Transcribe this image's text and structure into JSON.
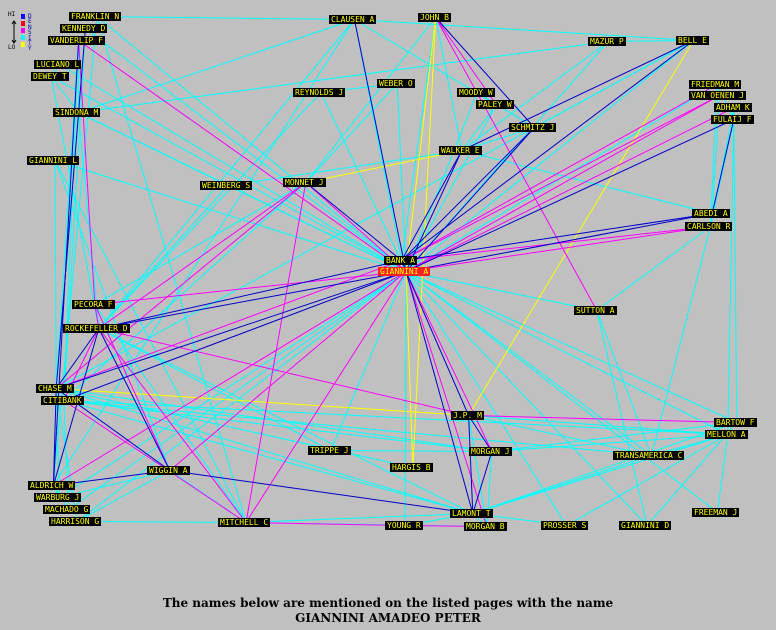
{
  "legend": {
    "hi": "HI",
    "lo": "LO",
    "word": "DENSITY",
    "colors": [
      "#0000ff",
      "#ff0000",
      "#ff00ff",
      "#00ffff",
      "#ffff00"
    ]
  },
  "colors": {
    "low": "#00ffff",
    "mid": "#ff00ff",
    "high": "#0000cc",
    "yellow": "#ffff00",
    "node_bg": "#000000",
    "node_text": "#ffff00",
    "highlight_bg": "#ff2020"
  },
  "center_node": "GIANNINI A",
  "nodes": [
    {
      "id": "FRANKLIN N",
      "label": "FRANKLIN N"
    },
    {
      "id": "KENNEDY D",
      "label": "KENNEDY D"
    },
    {
      "id": "VANDERLIP F",
      "label": "VANDERLIP F"
    },
    {
      "id": "LUCIANO L",
      "label": "LUCIANO L"
    },
    {
      "id": "DEWEY T",
      "label": "DEWEY T"
    },
    {
      "id": "SINDONA M",
      "label": "SINDONA M"
    },
    {
      "id": "GIANNINI L",
      "label": "GIANNINI L"
    },
    {
      "id": "CLAUSEN A",
      "label": "CLAUSEN A"
    },
    {
      "id": "JOHN B",
      "label": "JOHN B"
    },
    {
      "id": "MAZUR P",
      "label": "MAZUR P"
    },
    {
      "id": "BELL E",
      "label": "BELL E"
    },
    {
      "id": "FRIEDMAN M",
      "label": "FRIEDMAN M"
    },
    {
      "id": "VAN OENEN J",
      "label": "VAN OENEN J"
    },
    {
      "id": "ADHAM K",
      "label": "ADHAM K"
    },
    {
      "id": "FULAIJ F",
      "label": "FULAIJ F"
    },
    {
      "id": "WEBER O",
      "label": "WEBER O"
    },
    {
      "id": "REYNOLDS J",
      "label": "REYNOLDS J"
    },
    {
      "id": "MOODY W",
      "label": "MOODY W"
    },
    {
      "id": "PALEY W",
      "label": "PALEY W"
    },
    {
      "id": "SCHMITZ J",
      "label": "SCHMITZ J"
    },
    {
      "id": "WALKER E",
      "label": "WALKER E"
    },
    {
      "id": "WEINBERG S",
      "label": "WEINBERG S"
    },
    {
      "id": "MONNET J",
      "label": "MONNET J"
    },
    {
      "id": "ABEDI A",
      "label": "ABEDI A"
    },
    {
      "id": "CARLSON R",
      "label": "CARLSON R"
    },
    {
      "id": "BANK A",
      "label": "BANK A"
    },
    {
      "id": "GIANNINI A",
      "label": "GIANNINI A"
    },
    {
      "id": "PECORA F",
      "label": "PECORA F"
    },
    {
      "id": "ROCKEFELLER D",
      "label": "ROCKEFELLER D"
    },
    {
      "id": "SUTTON A",
      "label": "SUTTON A"
    },
    {
      "id": "CHASE M",
      "label": "CHASE M"
    },
    {
      "id": "CITIBANK",
      "label": "CITIBANK"
    },
    {
      "id": "J.P. M",
      "label": "J.P. M"
    },
    {
      "id": "BARTOW F",
      "label": "BARTOW F"
    },
    {
      "id": "MELLON A",
      "label": "MELLON A"
    },
    {
      "id": "TRIPPE J",
      "label": "TRIPPE J"
    },
    {
      "id": "HARGIS B",
      "label": "HARGIS B"
    },
    {
      "id": "MORGAN J",
      "label": "MORGAN J"
    },
    {
      "id": "TRANSAMERICA C",
      "label": "TRANSAMERICA C"
    },
    {
      "id": "ALDRICH W",
      "label": "ALDRICH W"
    },
    {
      "id": "WIGGIN A",
      "label": "WIGGIN A"
    },
    {
      "id": "WARBURG J",
      "label": "WARBURG J"
    },
    {
      "id": "MACHADO G",
      "label": "MACHADO G"
    },
    {
      "id": "HARRISON G",
      "label": "HARRISON G"
    },
    {
      "id": "MITCHELL C",
      "label": "MITCHELL C"
    },
    {
      "id": "LAMONT T",
      "label": "LAMONT T"
    },
    {
      "id": "YOUNG R",
      "label": "YOUNG R"
    },
    {
      "id": "MORGAN B",
      "label": "MORGAN B"
    },
    {
      "id": "PROSSER S",
      "label": "PROSSER S"
    },
    {
      "id": "GIANNINI D",
      "label": "GIANNINI D"
    },
    {
      "id": "FREEMAN J",
      "label": "FREEMAN J"
    }
  ],
  "edges": [
    [
      "GIANNINI A",
      "FRANKLIN N",
      "low"
    ],
    [
      "GIANNINI A",
      "KENNEDY D",
      "low"
    ],
    [
      "GIANNINI A",
      "VANDERLIP F",
      "mid"
    ],
    [
      "GIANNINI A",
      "LUCIANO L",
      "low"
    ],
    [
      "GIANNINI A",
      "DEWEY T",
      "low"
    ],
    [
      "GIANNINI A",
      "SINDONA M",
      "low"
    ],
    [
      "GIANNINI A",
      "GIANNINI L",
      "low"
    ],
    [
      "GIANNINI A",
      "CLAUSEN A",
      "high"
    ],
    [
      "GIANNINI A",
      "JOHN B",
      "yellow"
    ],
    [
      "GIANNINI A",
      "MAZUR P",
      "low"
    ],
    [
      "GIANNINI A",
      "BELL E",
      "low"
    ],
    [
      "GIANNINI A",
      "FRIEDMAN M",
      "low"
    ],
    [
      "GIANNINI A",
      "VAN OENEN J",
      "mid"
    ],
    [
      "GIANNINI A",
      "ADHAM K",
      "mid"
    ],
    [
      "GIANNINI A",
      "FULAIJ F",
      "high"
    ],
    [
      "GIANNINI A",
      "WEBER O",
      "low"
    ],
    [
      "GIANNINI A",
      "REYNOLDS J",
      "low"
    ],
    [
      "GIANNINI A",
      "MOODY W",
      "low"
    ],
    [
      "GIANNINI A",
      "PALEY W",
      "low"
    ],
    [
      "GIANNINI A",
      "SCHMITZ J",
      "high"
    ],
    [
      "GIANNINI A",
      "WALKER E",
      "high"
    ],
    [
      "GIANNINI A",
      "WEINBERG S",
      "low"
    ],
    [
      "GIANNINI A",
      "MONNET J",
      "mid"
    ],
    [
      "GIANNINI A",
      "ABEDI A",
      "high"
    ],
    [
      "GIANNINI A",
      "CARLSON R",
      "mid"
    ],
    [
      "GIANNINI A",
      "BANK A",
      "high"
    ],
    [
      "GIANNINI A",
      "PECORA F",
      "mid"
    ],
    [
      "GIANNINI A",
      "ROCKEFELLER D",
      "high"
    ],
    [
      "GIANNINI A",
      "SUTTON A",
      "low"
    ],
    [
      "GIANNINI A",
      "CHASE M",
      "high"
    ],
    [
      "GIANNINI A",
      "CITIBANK",
      "high"
    ],
    [
      "GIANNINI A",
      "J.P. M",
      "high"
    ],
    [
      "GIANNINI A",
      "BARTOW F",
      "low"
    ],
    [
      "GIANNINI A",
      "MELLON A",
      "low"
    ],
    [
      "GIANNINI A",
      "TRIPPE J",
      "low"
    ],
    [
      "GIANNINI A",
      "HARGIS B",
      "yellow"
    ],
    [
      "GIANNINI A",
      "MORGAN J",
      "mid"
    ],
    [
      "GIANNINI A",
      "TRANSAMERICA C",
      "low"
    ],
    [
      "GIANNINI A",
      "ALDRICH W",
      "mid"
    ],
    [
      "GIANNINI A",
      "WIGGIN A",
      "mid"
    ],
    [
      "GIANNINI A",
      "WARBURG J",
      "low"
    ],
    [
      "GIANNINI A",
      "MACHADO G",
      "low"
    ],
    [
      "GIANNINI A",
      "HARRISON G",
      "low"
    ],
    [
      "GIANNINI A",
      "MITCHELL C",
      "mid"
    ],
    [
      "GIANNINI A",
      "LAMONT T",
      "high"
    ],
    [
      "GIANNINI A",
      "YOUNG R",
      "low"
    ],
    [
      "GIANNINI A",
      "MORGAN B",
      "mid"
    ],
    [
      "GIANNINI A",
      "PROSSER S",
      "low"
    ],
    [
      "GIANNINI A",
      "GIANNINI D",
      "low"
    ],
    [
      "GIANNINI A",
      "FREEMAN J",
      "low"
    ],
    [
      "BANK A",
      "WALKER E",
      "high"
    ],
    [
      "BANK A",
      "SCHMITZ J",
      "high"
    ],
    [
      "BANK A",
      "FRIEDMAN M",
      "mid"
    ],
    [
      "BANK A",
      "VAN OENEN J",
      "mid"
    ],
    [
      "BANK A",
      "BELL E",
      "high"
    ],
    [
      "BANK A",
      "ABEDI A",
      "high"
    ],
    [
      "BANK A",
      "CARLSON R",
      "mid"
    ],
    [
      "BANK A",
      "MONNET J",
      "high"
    ],
    [
      "BANK A",
      "ROCKEFELLER D",
      "high"
    ],
    [
      "BANK A",
      "CHASE M",
      "mid"
    ],
    [
      "BANK A",
      "JOHN B",
      "low"
    ],
    [
      "BANK A",
      "CLAUSEN A",
      "low"
    ],
    [
      "CLAUSEN A",
      "ALDRICH W",
      "low"
    ],
    [
      "CLAUSEN A",
      "ROCKEFELLER D",
      "low"
    ],
    [
      "CLAUSEN A",
      "SINDONA M",
      "low"
    ],
    [
      "CLAUSEN A",
      "FRANKLIN N",
      "low"
    ],
    [
      "CLAUSEN A",
      "BELL E",
      "low"
    ],
    [
      "CLAUSEN A",
      "SCHMITZ J",
      "low"
    ],
    [
      "JOHN B",
      "SCHMITZ J",
      "high"
    ],
    [
      "JOHN B",
      "PALEY W",
      "mid"
    ],
    [
      "JOHN B",
      "HARGIS B",
      "yellow"
    ],
    [
      "JOHN B",
      "SUTTON A",
      "mid"
    ],
    [
      "JOHN B",
      "WALKER E",
      "low"
    ],
    [
      "JOHN B",
      "MONNET J",
      "low"
    ],
    [
      "BELL E",
      "J.P. M",
      "yellow"
    ],
    [
      "BELL E",
      "WALKER E",
      "high"
    ],
    [
      "BELL E",
      "MAZUR P",
      "low"
    ],
    [
      "BELL E",
      "CHASE M",
      "low"
    ],
    [
      "BELL E",
      "SCHMITZ J",
      "low"
    ],
    [
      "FULAIJ F",
      "ADHAM K",
      "low"
    ],
    [
      "FULAIJ F",
      "ABEDI A",
      "high"
    ],
    [
      "FULAIJ F",
      "CARLSON R",
      "low"
    ],
    [
      "FULAIJ F",
      "FRIEDMAN M",
      "low"
    ],
    [
      "FULAIJ F",
      "MELLON A",
      "low"
    ],
    [
      "FULAIJ F",
      "BARTOW F",
      "low"
    ],
    [
      "MONNET J",
      "WALKER E",
      "yellow"
    ],
    [
      "MONNET J",
      "ROCKEFELLER D",
      "mid"
    ],
    [
      "MONNET J",
      "CHASE M",
      "mid"
    ],
    [
      "MONNET J",
      "PECORA F",
      "low"
    ],
    [
      "MONNET J",
      "CITIBANK",
      "low"
    ],
    [
      "MONNET J",
      "MITCHELL C",
      "mid"
    ],
    [
      "VANDERLIP F",
      "SINDONA M",
      "low"
    ],
    [
      "VANDERLIP F",
      "PECORA F",
      "mid"
    ],
    [
      "VANDERLIP F",
      "CITIBANK",
      "low"
    ],
    [
      "VANDERLIP F",
      "ALDRICH W",
      "high"
    ],
    [
      "VANDERLIP F",
      "CHASE M",
      "low"
    ],
    [
      "KENNEDY D",
      "CHASE M",
      "high"
    ],
    [
      "KENNEDY D",
      "CITIBANK",
      "low"
    ],
    [
      "FRANKLIN N",
      "MITCHELL C",
      "low"
    ],
    [
      "FRANKLIN N",
      "ALDRICH W",
      "low"
    ],
    [
      "LUCIANO L",
      "DEWEY T",
      "low"
    ],
    [
      "DEWEY T",
      "SINDONA M",
      "low"
    ],
    [
      "DEWEY T",
      "ROCKEFELLER D",
      "low"
    ],
    [
      "SINDONA M",
      "ROCKEFELLER D",
      "low"
    ],
    [
      "SINDONA M",
      "CHASE M",
      "low"
    ],
    [
      "GIANNINI L",
      "CHASE M",
      "low"
    ],
    [
      "GIANNINI L",
      "WIGGIN A",
      "low"
    ],
    [
      "GIANNINI L",
      "MITCHELL C",
      "low"
    ],
    [
      "PECORA F",
      "ROCKEFELLER D",
      "mid"
    ],
    [
      "PECORA F",
      "WIGGIN A",
      "mid"
    ],
    [
      "PECORA F",
      "MITCHELL C",
      "low"
    ],
    [
      "ROCKEFELLER D",
      "CHASE M",
      "high"
    ],
    [
      "ROCKEFELLER D",
      "CITIBANK",
      "mid"
    ],
    [
      "ROCKEFELLER D",
      "WIGGIN A",
      "high"
    ],
    [
      "ROCKEFELLER D",
      "ALDRICH W",
      "high"
    ],
    [
      "ROCKEFELLER D",
      "J.P. M",
      "mid"
    ],
    [
      "ROCKEFELLER D",
      "LAMONT T",
      "low"
    ],
    [
      "ROCKEFELLER D",
      "MITCHELL C",
      "mid"
    ],
    [
      "CHASE M",
      "J.P. M",
      "yellow"
    ],
    [
      "CHASE M",
      "WIGGIN A",
      "high"
    ],
    [
      "CHASE M",
      "ALDRICH W",
      "high"
    ],
    [
      "CHASE M",
      "LAMONT T",
      "low"
    ],
    [
      "CHASE M",
      "MORGAN J",
      "low"
    ],
    [
      "CITIBANK",
      "MITCHELL C",
      "mid"
    ],
    [
      "CITIBANK",
      "MORGAN J",
      "low"
    ],
    [
      "CITIBANK",
      "LAMONT T",
      "low"
    ],
    [
      "CITIBANK",
      "TRANSAMERICA C",
      "low"
    ],
    [
      "CITIBANK",
      "MELLON A",
      "low"
    ],
    [
      "J.P. M",
      "MORGAN J",
      "high"
    ],
    [
      "J.P. M",
      "LAMONT T",
      "high"
    ],
    [
      "J.P. M",
      "BARTOW F",
      "mid"
    ],
    [
      "J.P. M",
      "MORGAN B",
      "low"
    ],
    [
      "J.P. M",
      "MELLON A",
      "low"
    ],
    [
      "J.P. M",
      "TRANSAMERICA C",
      "low"
    ],
    [
      "MORGAN J",
      "LAMONT T",
      "high"
    ],
    [
      "MORGAN J",
      "MORGAN B",
      "low"
    ],
    [
      "MORGAN J",
      "BARTOW F",
      "low"
    ],
    [
      "MORGAN J",
      "MELLON A",
      "low"
    ],
    [
      "LAMONT T",
      "MORGAN B",
      "low"
    ],
    [
      "LAMONT T",
      "MELLON A",
      "low"
    ],
    [
      "LAMONT T",
      "BARTOW F",
      "low"
    ],
    [
      "LAMONT T",
      "TRANSAMERICA C",
      "low"
    ],
    [
      "LAMONT T",
      "MITCHELL C",
      "low"
    ],
    [
      "WIGGIN A",
      "ALDRICH W",
      "high"
    ],
    [
      "WIGGIN A",
      "MITCHELL C",
      "low"
    ],
    [
      "WIGGIN A",
      "LAMONT T",
      "high"
    ],
    [
      "WIGGIN A",
      "WARBURG J",
      "low"
    ],
    [
      "WIGGIN A",
      "HARRISON G",
      "low"
    ],
    [
      "MITCHELL C",
      "YOUNG R",
      "mid"
    ],
    [
      "MITCHELL C",
      "MORGAN B",
      "low"
    ],
    [
      "MITCHELL C",
      "HARRISON G",
      "low"
    ],
    [
      "YOUNG R",
      "MORGAN B",
      "mid"
    ],
    [
      "ALDRICH W",
      "WARBURG J",
      "low"
    ],
    [
      "ALDRICH W",
      "MACHADO G",
      "low"
    ],
    [
      "SUTTON A",
      "TRANSAMERICA C",
      "low"
    ],
    [
      "SUTTON A",
      "CARLSON R",
      "low"
    ],
    [
      "SUTTON A",
      "GIANNINI D",
      "low"
    ],
    [
      "ABEDI A",
      "CARLSON R",
      "low"
    ],
    [
      "ABEDI A",
      "WALKER E",
      "low"
    ],
    [
      "ADHAM K",
      "CARLSON R",
      "low"
    ],
    [
      "WEINBERG S",
      "ROCKEFELLER D",
      "low"
    ],
    [
      "WEINBERG S",
      "WALKER E",
      "low"
    ],
    [
      "WEINBERG S",
      "SINDONA M",
      "low"
    ],
    [
      "REYNOLDS J",
      "WEBER O",
      "low"
    ],
    [
      "REYNOLDS J",
      "ROCKEFELLER D",
      "low"
    ],
    [
      "WEBER O",
      "MONNET J",
      "low"
    ],
    [
      "MOODY W",
      "PALEY W",
      "low"
    ],
    [
      "MOODY W",
      "SCHMITZ J",
      "low"
    ],
    [
      "PALEY W",
      "WALKER E",
      "low"
    ],
    [
      "SCHMITZ J",
      "WALKER E",
      "low"
    ],
    [
      "MAZUR P",
      "SINDONA M",
      "low"
    ],
    [
      "MAZUR P",
      "WALKER E",
      "low"
    ],
    [
      "TRIPPE J",
      "ROCKEFELLER D",
      "low"
    ],
    [
      "TRIPPE J",
      "MORGAN J",
      "low"
    ],
    [
      "HARGIS B",
      "CHASE M",
      "low"
    ],
    [
      "TRANSAMERICA C",
      "MELLON A",
      "low"
    ],
    [
      "TRANSAMERICA C",
      "CARLSON R",
      "low"
    ],
    [
      "PROSSER S",
      "MELLON A",
      "low"
    ],
    [
      "FREEMAN J",
      "MELLON A",
      "low"
    ],
    [
      "GIANNINI D",
      "BARTOW F",
      "low"
    ],
    [
      "MACHADO G",
      "CITIBANK",
      "low"
    ],
    [
      "HARRISON G",
      "CHASE M",
      "low"
    ],
    [
      "WARBURG J",
      "CHASE M",
      "low"
    ],
    [
      "FRIEDMAN M",
      "CARLSON R",
      "low"
    ],
    [
      "VAN OENEN J",
      "ABEDI A",
      "low"
    ],
    [
      "PROSSER S",
      "LAMONT T",
      "low"
    ],
    [
      "YOUNG R",
      "LAMONT T",
      "low"
    ]
  ],
  "caption": {
    "line1": "The names below are mentioned on the listed pages with the name",
    "line2": "GIANNINI AMADEO PETER"
  }
}
